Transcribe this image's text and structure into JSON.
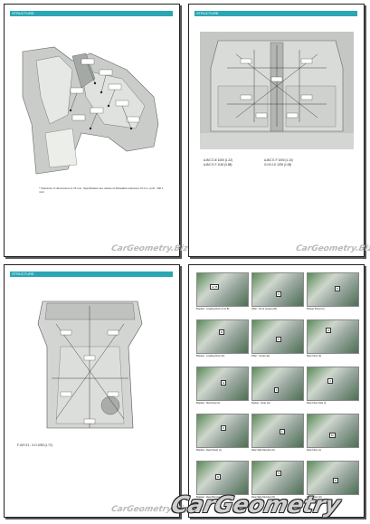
{
  "pages": [
    {
      "header": "STRUCTURE",
      "note": "* Tolerance of dimensions is ±5 mm. Specification are values of Allowable tolerance ±3 mm, (unit : RR 1 mm)",
      "watermark": "CarGeometry.Biz"
    },
    {
      "header": "STRUCTURE",
      "specs": [
        "A-B/C D-E 1000 (1.22)",
        "A-B/C E-F 1140 (0.88)",
        "A-B/C E-F  1000 (1.10)",
        "G-H/I J-K 1195 (1.06)"
      ],
      "watermark": "CarGeometry.Biz"
    },
    {
      "header": "STRUCTURE",
      "specs": [
        "F-G/H  Z1 - X-H  1090 (1.72)"
      ],
      "watermark": "CarGeometry.Biz"
    },
    {
      "captions": [
        "Bracket - Loading Floor (A to B)",
        "Pillar - Front (Lower) (B)",
        "Rocker Panel (C)",
        "Bracket - Loading Floor (D)",
        "Pillar - Center (E)",
        "Rear Floor (F)",
        "Bracket - Mounting (G)",
        "Rocker - Rear (H)",
        "Rear Floor Side (I)",
        "Bracket - Rear Panel (J)",
        "Rear Side Member (K)",
        "Rear Floor (L)",
        "Bracket - Rear Bumper (M)",
        "Rear Side Member (N)",
        "Rear Floor (O)"
      ],
      "labels": [
        "A / B",
        "C",
        "D",
        "E",
        "F",
        "G",
        "H",
        "I",
        "J",
        "K",
        "L",
        "M",
        "N",
        "O",
        "P"
      ]
    }
  ],
  "main_watermark": "CarGeometry",
  "colors": {
    "header_bar": "#2aa6b4",
    "watermark": "#b9b9b9"
  }
}
